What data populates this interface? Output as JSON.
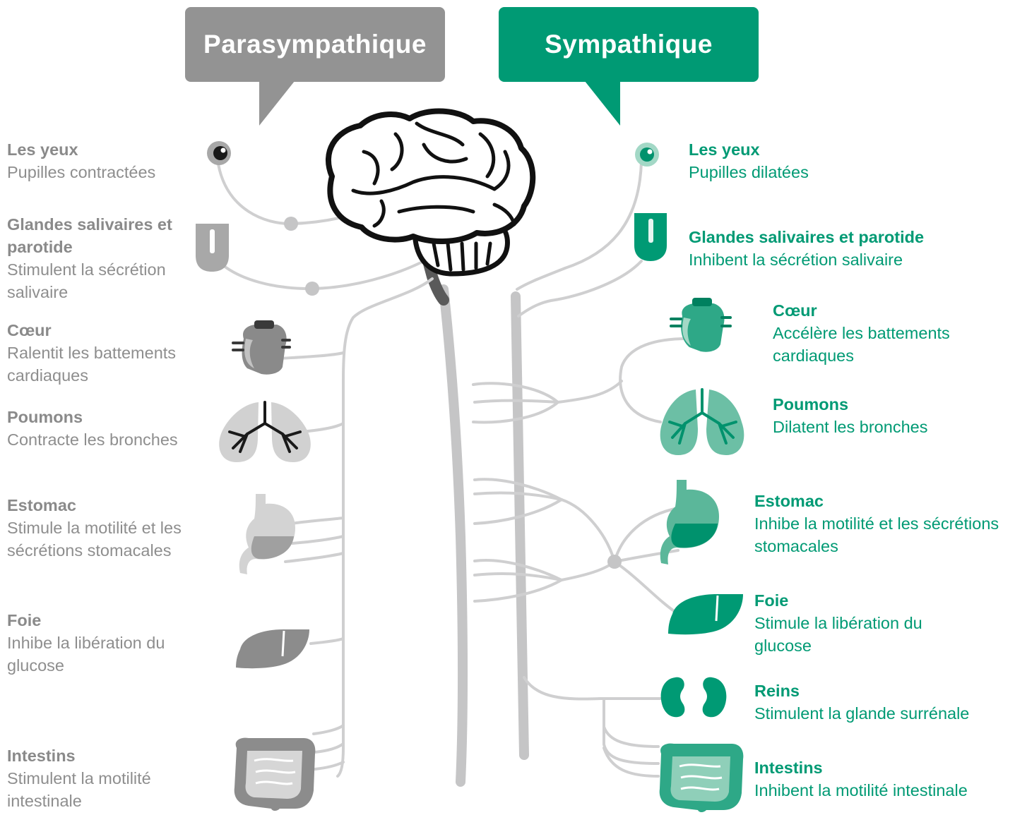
{
  "headers": {
    "parasympathetic": "Parasympathique",
    "sympathetic": "Sympathique"
  },
  "colors": {
    "parasympathetic": "#939393",
    "sympathetic": "#009a74",
    "nerve": "#c5c5c6"
  },
  "parasympathetic": [
    {
      "organ": "Les yeux",
      "effect": "Pupilles contractées",
      "icon": "eye-icon"
    },
    {
      "organ": "Glandes salivaires et parotide",
      "effect": "Stimulent la sécrétion salivaire",
      "icon": "tongue-icon"
    },
    {
      "organ": "Cœur",
      "effect": "Ralentit les battements cardiaques",
      "icon": "heart-icon"
    },
    {
      "organ": "Poumons",
      "effect": "Contracte les bronches",
      "icon": "lungs-icon"
    },
    {
      "organ": "Estomac",
      "effect": "Stimule la motilité et les sécrétions stomacales",
      "icon": "stomach-icon"
    },
    {
      "organ": "Foie",
      "effect": "Inhibe la libération du glucose",
      "icon": "liver-icon"
    },
    {
      "organ": "Intestins",
      "effect": "Stimulent la motilité intestinale",
      "icon": "intestines-icon"
    }
  ],
  "sympathetic": [
    {
      "organ": "Les yeux",
      "effect": "Pupilles dilatées",
      "icon": "eye-icon"
    },
    {
      "organ": "Glandes salivaires et parotide",
      "effect": "Inhibent la sécrétion salivaire",
      "icon": "tongue-icon"
    },
    {
      "organ": "Cœur",
      "effect": "Accélère les battements cardiaques",
      "icon": "heart-icon"
    },
    {
      "organ": "Poumons",
      "effect": "Dilatent les bronches",
      "icon": "lungs-icon"
    },
    {
      "organ": "Estomac",
      "effect": "Inhibe la motilité et les sécrétions stomacales",
      "icon": "stomach-icon"
    },
    {
      "organ": "Foie",
      "effect": "Stimule la libération du glucose",
      "icon": "liver-icon"
    },
    {
      "organ": "Reins",
      "effect": "Stimulent la glande surrénale",
      "icon": "kidneys-icon"
    },
    {
      "organ": "Intestins",
      "effect": "Inhibent la motilité intestinale",
      "icon": "intestines-icon"
    }
  ]
}
